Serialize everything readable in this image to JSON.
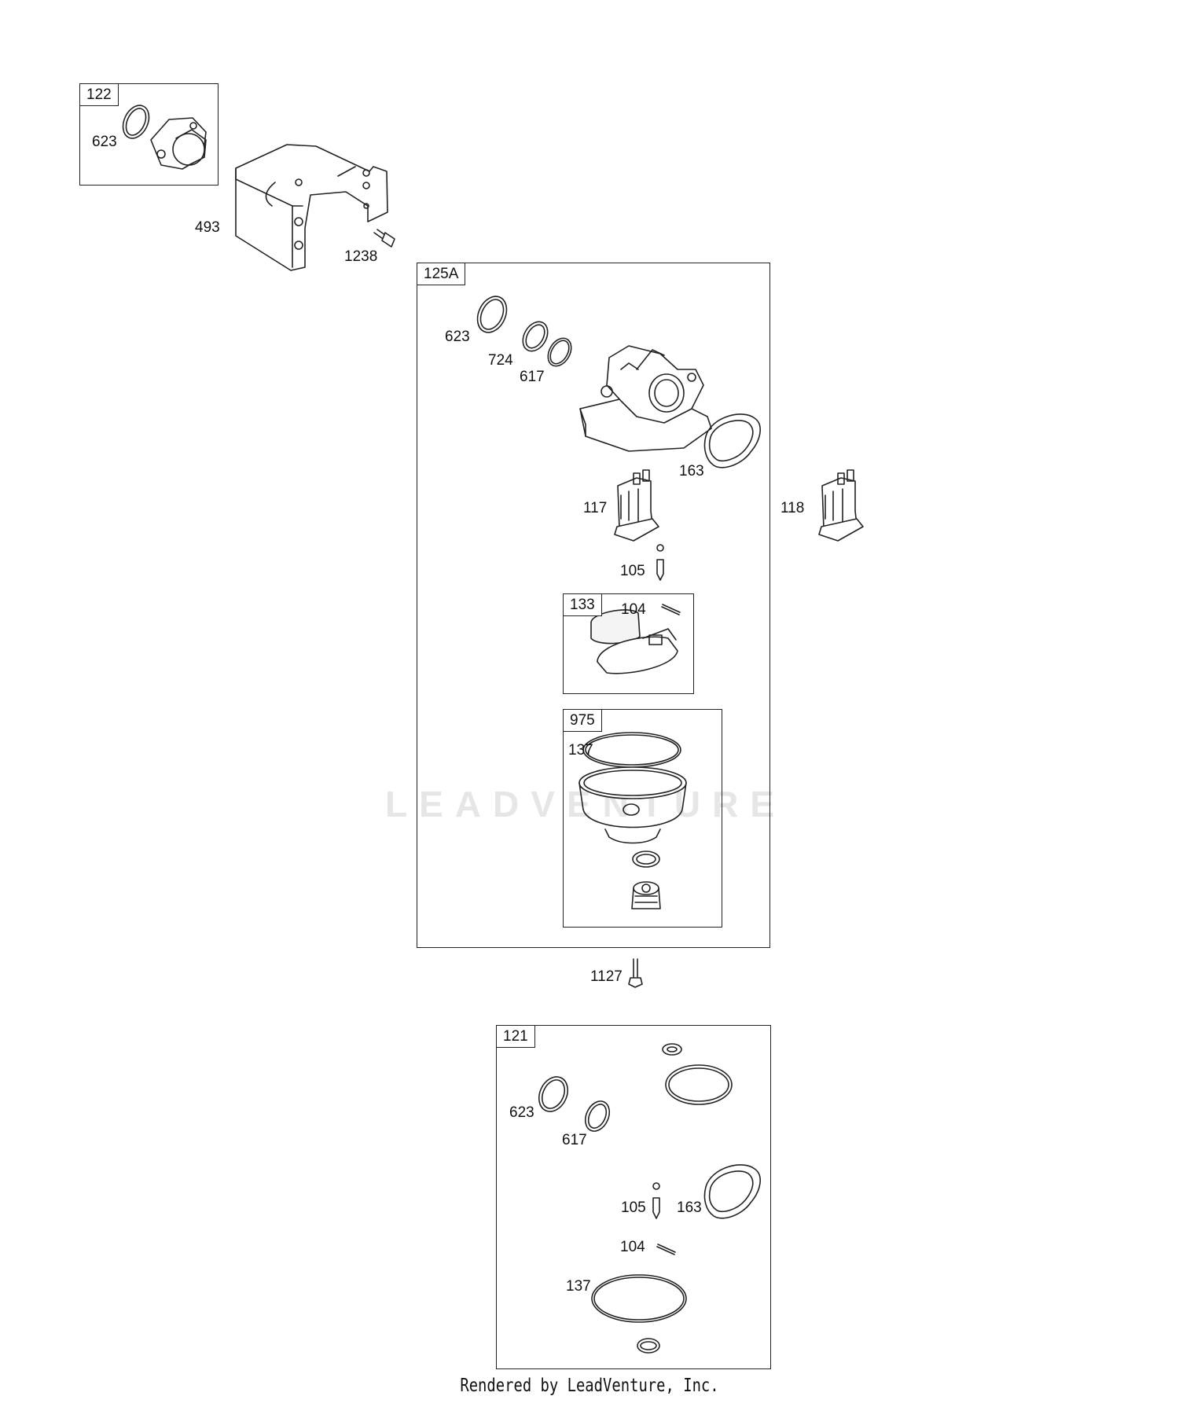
{
  "watermark": "LEADVENTURE",
  "footer": "Rendered by LeadVenture, Inc.",
  "boxes": {
    "b122": "122",
    "b125A": "125A",
    "b133": "133",
    "b975": "975",
    "b121": "121"
  },
  "callouts": {
    "c623_a": "623",
    "c493": "493",
    "c1238": "1238",
    "c623_b": "623",
    "c724": "724",
    "c617_a": "617",
    "c163_a": "163",
    "c117": "117",
    "c118": "118",
    "c105_a": "105",
    "c104_a": "104",
    "c137_a": "137",
    "c1127": "1127",
    "c623_c": "623",
    "c617_b": "617",
    "c105_b": "105",
    "c163_b": "163",
    "c104_b": "104",
    "c137_b": "137"
  }
}
